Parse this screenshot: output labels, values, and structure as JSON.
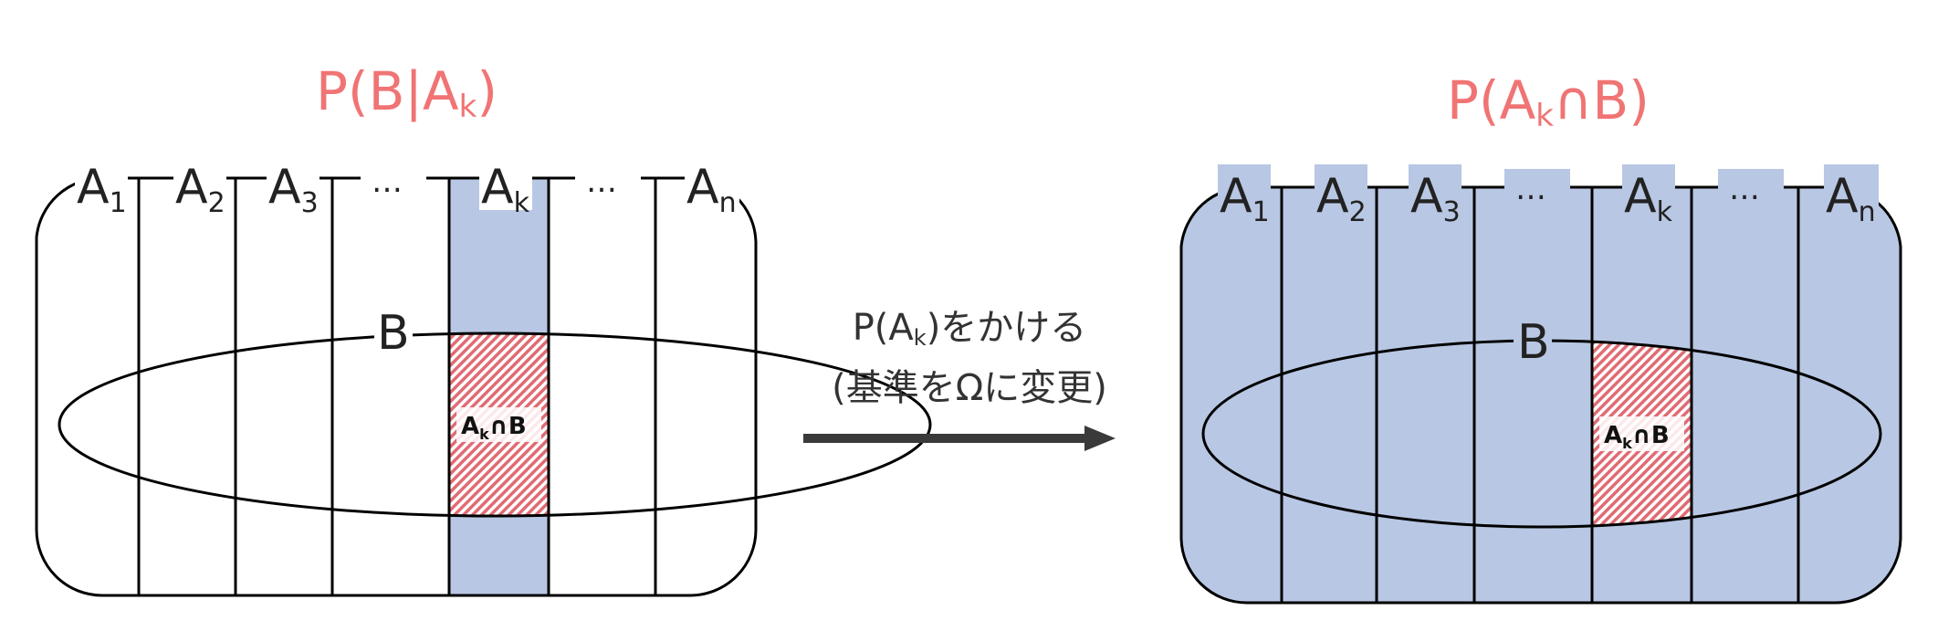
{
  "colors": {
    "title": "#f07474",
    "highlight_fill": "#b8c7e3",
    "hatch_red": "#e06b74",
    "stroke": "#000000",
    "arrow": "#3a3a3a"
  },
  "left_panel": {
    "title_pre": "P(B|A",
    "title_sub": "k",
    "title_post": ")",
    "partitions": [
      {
        "main": "A",
        "sub": "1"
      },
      {
        "main": "A",
        "sub": "2"
      },
      {
        "main": "A",
        "sub": "3"
      },
      {
        "main": "…",
        "sub": ""
      },
      {
        "main": "A",
        "sub": "k"
      },
      {
        "main": "…",
        "sub": ""
      },
      {
        "main": "A",
        "sub": "n"
      }
    ],
    "event_label": "B",
    "intersection": {
      "pre": "A",
      "sub": "k",
      "post": "∩B"
    }
  },
  "right_panel": {
    "title_pre": "P(A",
    "title_sub": "k",
    "title_post": "∩B)",
    "partitions": [
      {
        "main": "A",
        "sub": "1"
      },
      {
        "main": "A",
        "sub": "2"
      },
      {
        "main": "A",
        "sub": "3"
      },
      {
        "main": "…",
        "sub": ""
      },
      {
        "main": "A",
        "sub": "k"
      },
      {
        "main": "…",
        "sub": ""
      },
      {
        "main": "A",
        "sub": "n"
      }
    ],
    "event_label": "B",
    "intersection": {
      "pre": "A",
      "sub": "k",
      "post": "∩B"
    }
  },
  "arrow": {
    "line1_pre": "P(A",
    "line1_sub": "k",
    "line1_post": ")をかける",
    "line2": "(基準をΩに変更)"
  }
}
